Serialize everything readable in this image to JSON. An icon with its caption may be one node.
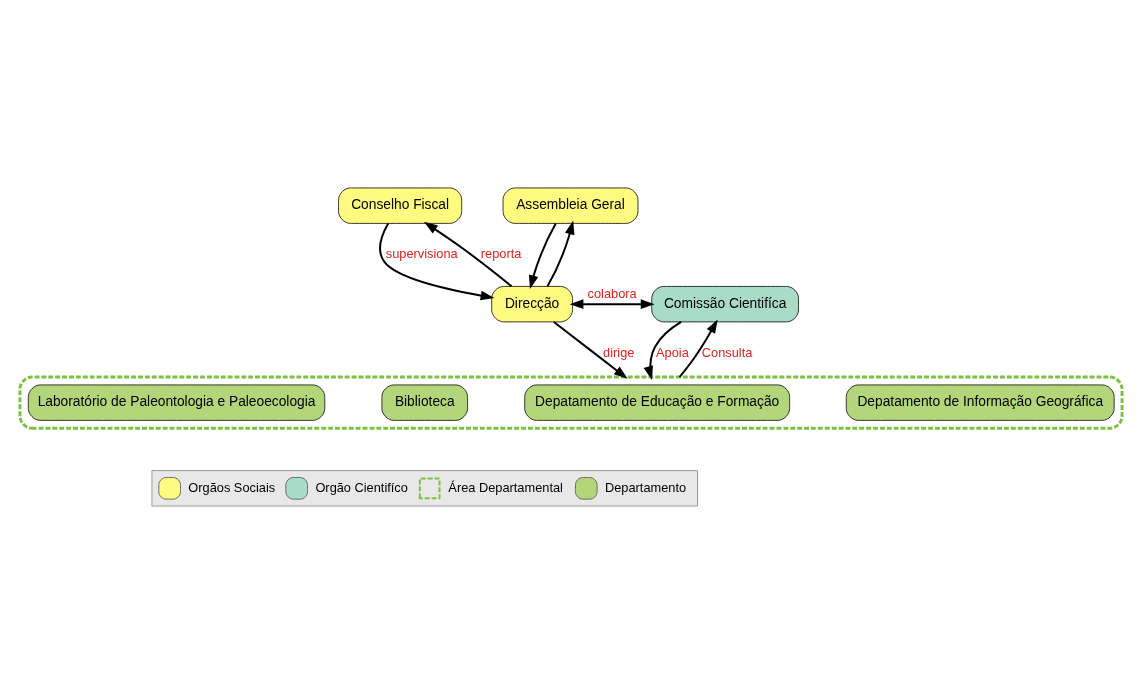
{
  "diagram": {
    "nodes": [
      {
        "text": [
          "Conselho Fiscal"
        ]
      },
      {
        "text": [
          "Assembleia Geral"
        ]
      },
      {
        "text": [
          "Direcção"
        ]
      },
      {
        "text": [
          "Comissão Cientifíca"
        ]
      },
      {
        "text": [],
        "shape": "box"
      },
      {
        "text": [
          "Laboratório de Paleontologia e Paleoecologia"
        ],
        "in": 4
      },
      {
        "text": [
          "Biblioteca"
        ],
        "in": 4
      },
      {
        "text": [
          "Depatamento de Educação e Formação"
        ],
        "in": 4
      },
      {
        "text": [
          "Depatamento de Informação Geográfica"
        ],
        "in": 4
      }
    ],
    "edges": [
      {
        "from": 0,
        "to": 2,
        "arrow": "to",
        "label": "supervisiona"
      },
      {
        "from": 1,
        "to": 2,
        "arrow": "to"
      },
      {
        "from": 2,
        "to": 0,
        "arrow": "to",
        "label": "reporta"
      },
      {
        "from": 2,
        "to": 1,
        "arrow": "to"
      },
      {
        "from": 2,
        "to": 3,
        "arrow": "both",
        "label": "colabora"
      },
      {
        "from": 2,
        "to": 4,
        "arrow": "to",
        "label": "dirige"
      },
      {
        "from": 3,
        "to": 4,
        "arrow": "to",
        "label": "Apoia"
      },
      {
        "from": 4,
        "to": 3,
        "arrow": "to",
        "label": "Consulta"
      }
    ],
    "legend": [
      {
        "text": "Orgãos Sociais",
        "color": "#fffb80"
      },
      {
        "text": "Orgão Cientifíco",
        "color": "#a9dcc8"
      },
      {
        "text": "Área Departamental"
      },
      {
        "text": "Departamento",
        "color": "#b3d67a"
      }
    ]
  }
}
